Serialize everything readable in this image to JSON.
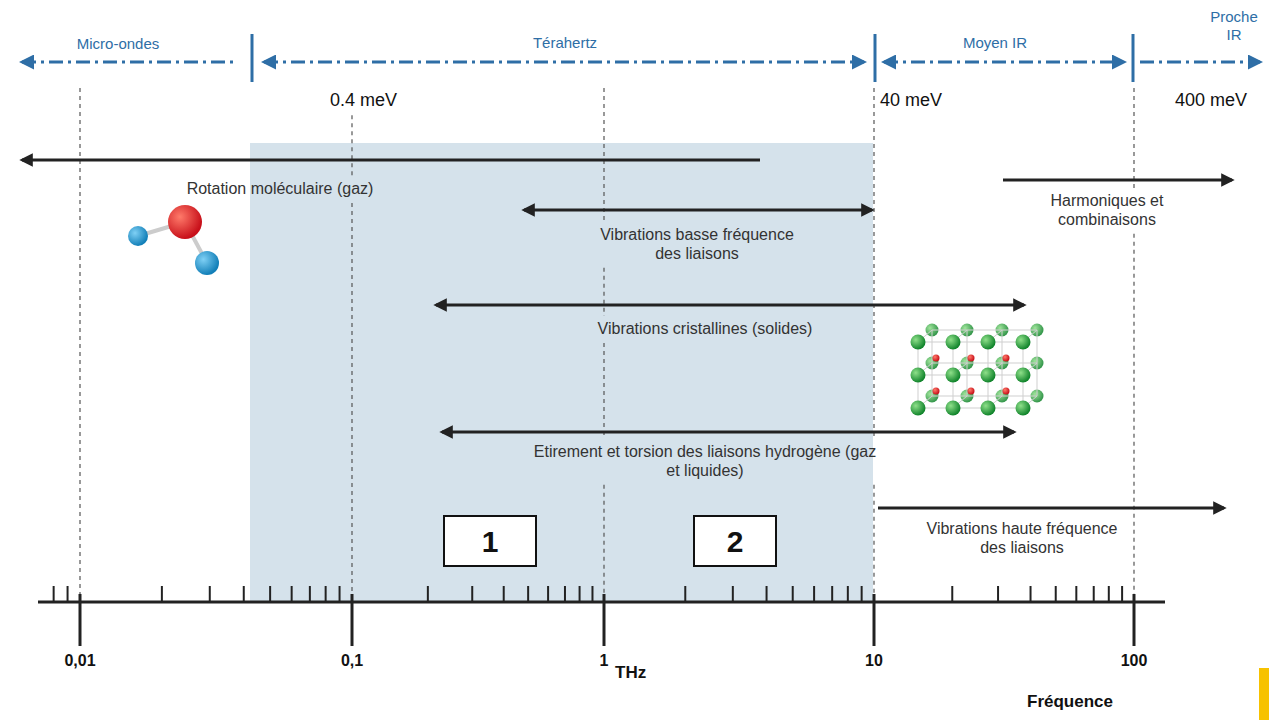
{
  "diagram": {
    "nodes": [
      {
        "text": [
          "1"
        ]
      },
      {
        "text": [
          "2"
        ]
      }
    ],
    "labels": [
      "Micro-ondes",
      "Térahertz",
      "Moyen IR",
      "Proche IR",
      "0.4 meV",
      "40 meV",
      "400 meV",
      "Rotation moléculaire (gaz)",
      "Vibrations basse fréquence des liaisons",
      "Vibrations cristallines (solides)",
      "Etirement et torsion des liaisons hydrogène (gaz et liquides)",
      "Harmoniques et combinaisons",
      "Vibrations haute fréquence des liaisons",
      "0,01",
      "0,1",
      "1",
      "THz",
      "10",
      "100",
      "Fréquence"
    ]
  }
}
